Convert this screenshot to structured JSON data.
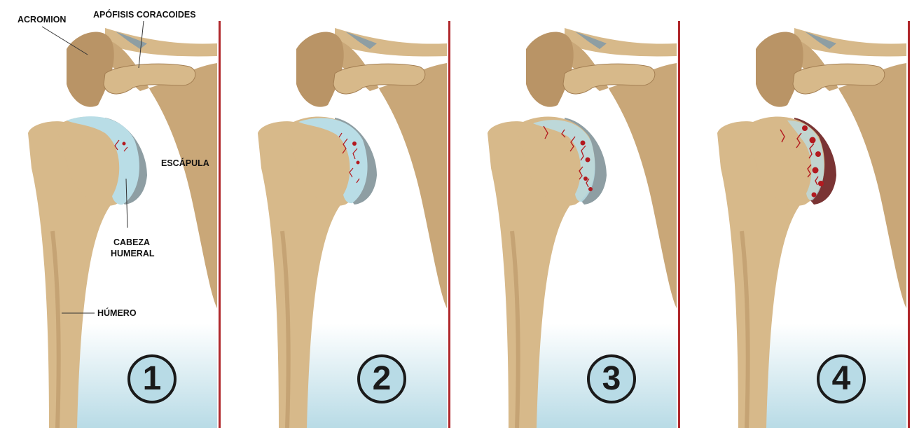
{
  "labels": {
    "acromion": "ACROMION",
    "coracoid": "APÓFISIS CORACOIDES",
    "scapula": "ESCÁPULA",
    "head_line1": "CABEZA",
    "head_line2": "HUMERAL",
    "humerus": "HÚMERO"
  },
  "stages": [
    {
      "number": "1"
    },
    {
      "number": "2"
    },
    {
      "number": "3"
    },
    {
      "number": "4"
    }
  ],
  "colors": {
    "bone": "#d7b98a",
    "bone_shadow": "#b99466",
    "bone_dark": "#a37e52",
    "cartilage": "#b9dde6",
    "joint_rim": "#8e9ea3",
    "lesion": "#b3191f",
    "divider": "#b0282c",
    "badge_ring": "#1a1a1a",
    "background_fade": "#b8dbe6"
  }
}
